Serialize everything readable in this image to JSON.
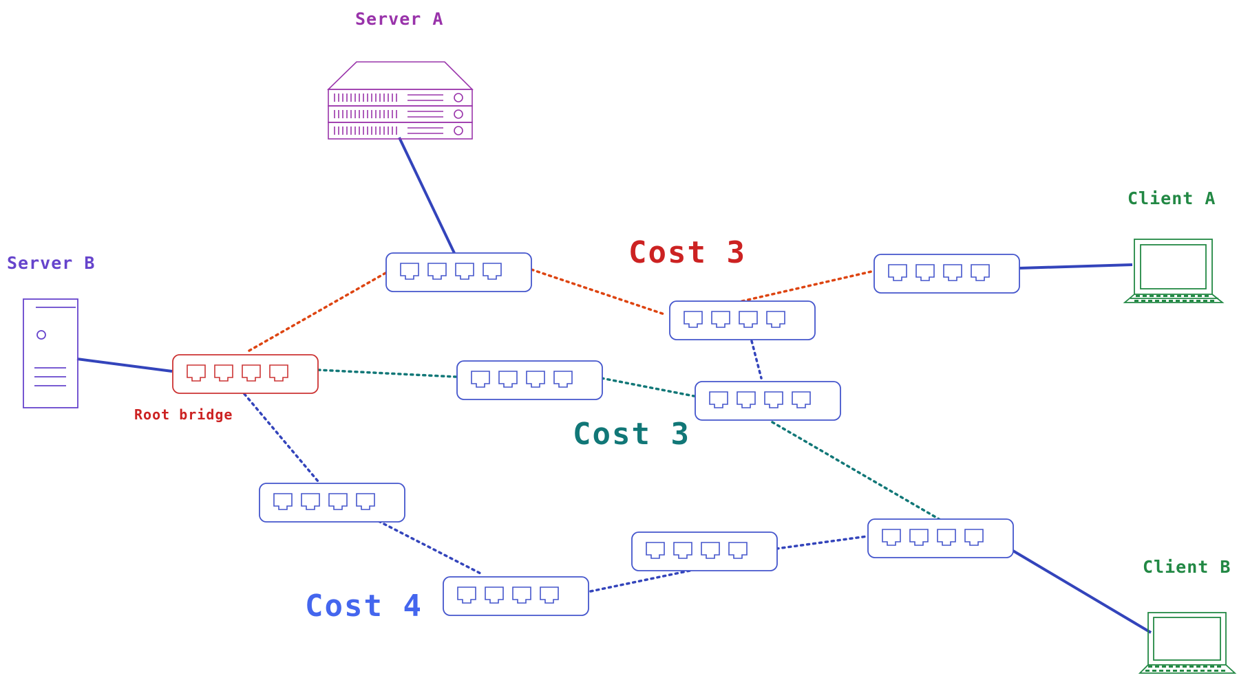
{
  "labels": {
    "server_a": "Server A",
    "server_b": "Server B",
    "client_a": "Client A",
    "client_b": "Client B",
    "root_bridge": "Root bridge"
  },
  "costs": {
    "red": "Cost 3",
    "teal": "Cost 3",
    "blue": "Cost 4"
  },
  "colors": {
    "switch": "#4455cc",
    "root_switch": "#cc3333",
    "server_a": "#9933aa",
    "server_b": "#6644cc",
    "client": "#228844",
    "red_path": "#dd4411",
    "teal_path": "#117777",
    "blue_path": "#3344bb",
    "cost_red": "#cc2222",
    "cost_teal": "#117777",
    "cost_blue": "#4466ee"
  }
}
